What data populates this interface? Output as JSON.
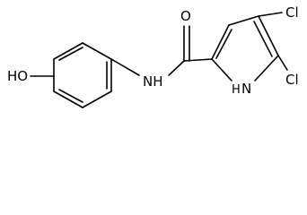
{
  "labels": {
    "hydroxyl": "HO",
    "amide_nh": "NH",
    "carbonyl_o": "O",
    "chlorine_top": "Cl",
    "chlorine_bottom": "Cl",
    "pyrrole_h": "H",
    "pyrrole_n": "N"
  },
  "colors": {
    "bond": "#000000",
    "text": "#000000",
    "background": "#ffffff"
  }
}
